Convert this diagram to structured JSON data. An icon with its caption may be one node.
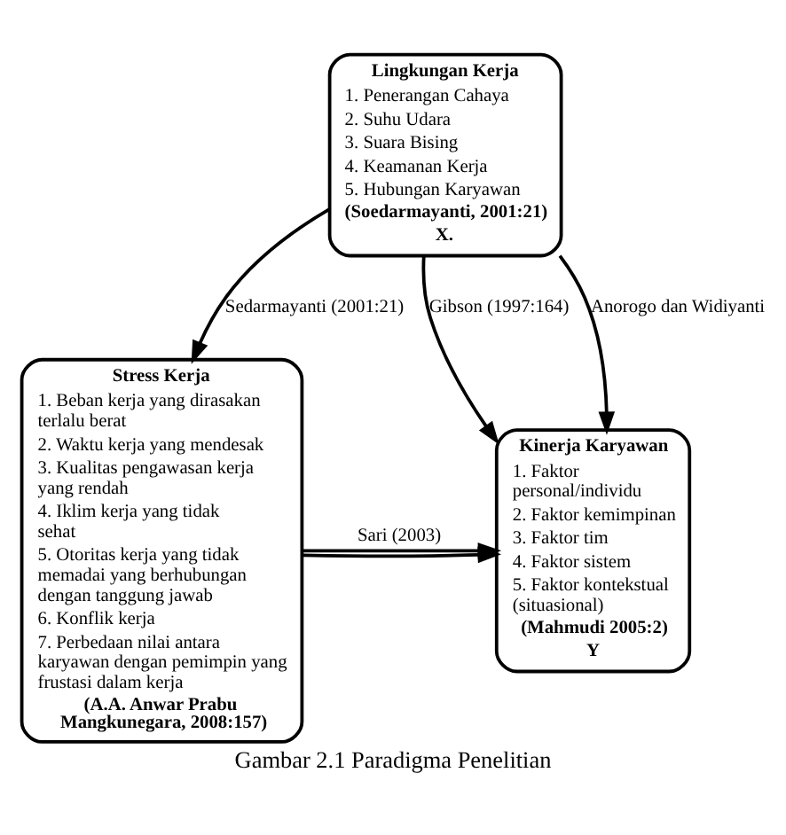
{
  "diagram": {
    "caption": "Gambar 2.1 Paradigma Penelitian",
    "nodes": [
      {
        "text": [
          "Lingkungan Kerja",
          "1. Penerangan Cahaya",
          "2. Suhu Udara",
          "3. Suara Bising",
          "4. Keamanan Kerja",
          "5. Hubungan Karyawan",
          "(Soedarmayanti, 2001:21)",
          "X."
        ]
      },
      {
        "text": [
          "Stress Kerja",
          "1. Beban kerja yang dirasakan terlalu berat",
          "2. Waktu kerja yang mendesak",
          "3. Kualitas pengawasan kerja yang rendah",
          "4. Iklim kerja yang tidak sehat",
          "5. Otoritas kerja yang tidak memadai yang berhubungan dengan tanggung jawab",
          "6. Konflik kerja",
          "7. Perbedaan nilai antara karyawan dengan pemimpin yang frustasi dalam kerja",
          "(A.A. Anwar Prabu Mangkunegara, 2008:157)"
        ]
      },
      {
        "text": [
          "Kinerja Karyawan",
          "1. Faktor personal/individu",
          "2. Faktor kemimpinan",
          "3. Faktor tim",
          "4. Faktor sistem",
          "5. Faktor kontekstual (situasional)",
          "(Mahmudi 2005:2)",
          "Y"
        ]
      }
    ],
    "edges": [
      {
        "from": 0,
        "to": 2,
        "arrow": "to",
        "label": "Gibson (1997:164)"
      },
      {
        "from": 0,
        "to": 1,
        "arrow": "to",
        "label": "Sedarmayanti (2001:21)"
      },
      {
        "from": 0,
        "to": 2,
        "arrow": "to",
        "label": "Anorogo dan Widiyanti"
      },
      {
        "from": 1,
        "to": 2,
        "arrow": "to"
      },
      {
        "from": 1,
        "to": 2,
        "arrow": "to",
        "label": "Sari (2003)"
      }
    ]
  }
}
